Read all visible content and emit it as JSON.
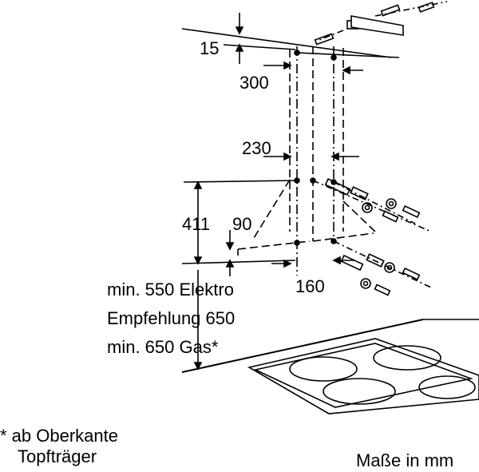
{
  "dimensions": {
    "top_offset": "15",
    "width_top": "300",
    "width_mid": "230",
    "height_upper_section": "411",
    "offset_lower": "90",
    "depth_lower": "160"
  },
  "clearance": {
    "line1": "min. 550 Elektro",
    "line2": "Empfehlung 650",
    "line3": "min. 650 Gas*"
  },
  "footnote": {
    "line1": "* ab Oberkante",
    "line2": "Topfträger"
  },
  "units_note": "Maße in mm"
}
